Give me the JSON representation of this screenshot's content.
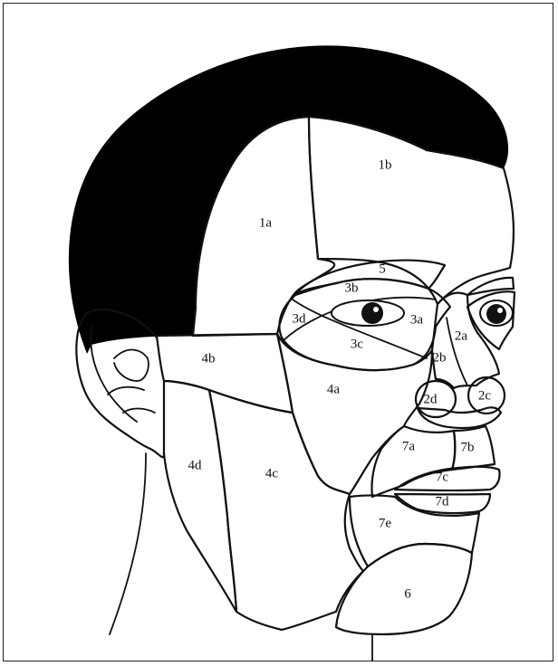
{
  "colors": {
    "hair": "#000000",
    "forehead": "#ea5a48",
    "nose": "#3f9a57",
    "eye_region": "#f6ae3a",
    "cheek": "#4db8e6",
    "eyebrow": "#e9b391",
    "chin": "#f4c6de",
    "lips_perioral": "#ffffff"
  },
  "regions": [
    {
      "id": "1a",
      "label": "1a",
      "color_key": "forehead"
    },
    {
      "id": "1b",
      "label": "1b",
      "color_key": "forehead"
    },
    {
      "id": "2a",
      "label": "2a",
      "color_key": "nose"
    },
    {
      "id": "2b",
      "label": "2b",
      "color_key": "nose"
    },
    {
      "id": "2c",
      "label": "2c",
      "color_key": "nose"
    },
    {
      "id": "2d",
      "label": "2d",
      "color_key": "nose"
    },
    {
      "id": "3a",
      "label": "3a",
      "color_key": "eye_region"
    },
    {
      "id": "3b",
      "label": "3b",
      "color_key": "eye_region"
    },
    {
      "id": "3c",
      "label": "3c",
      "color_key": "eye_region"
    },
    {
      "id": "3d",
      "label": "3d",
      "color_key": "eye_region"
    },
    {
      "id": "4a",
      "label": "4a",
      "color_key": "cheek"
    },
    {
      "id": "4b",
      "label": "4b",
      "color_key": "cheek"
    },
    {
      "id": "4c",
      "label": "4c",
      "color_key": "cheek"
    },
    {
      "id": "4d",
      "label": "4d",
      "color_key": "cheek"
    },
    {
      "id": "5",
      "label": "5",
      "color_key": "eyebrow"
    },
    {
      "id": "6",
      "label": "6",
      "color_key": "chin"
    },
    {
      "id": "7a",
      "label": "7a",
      "color_key": "lips_perioral"
    },
    {
      "id": "7b",
      "label": "7b",
      "color_key": "lips_perioral"
    },
    {
      "id": "7c",
      "label": "7c",
      "color_key": "lips_perioral"
    },
    {
      "id": "7d",
      "label": "7d",
      "color_key": "lips_perioral"
    },
    {
      "id": "7e",
      "label": "7e",
      "color_key": "lips_perioral"
    }
  ]
}
